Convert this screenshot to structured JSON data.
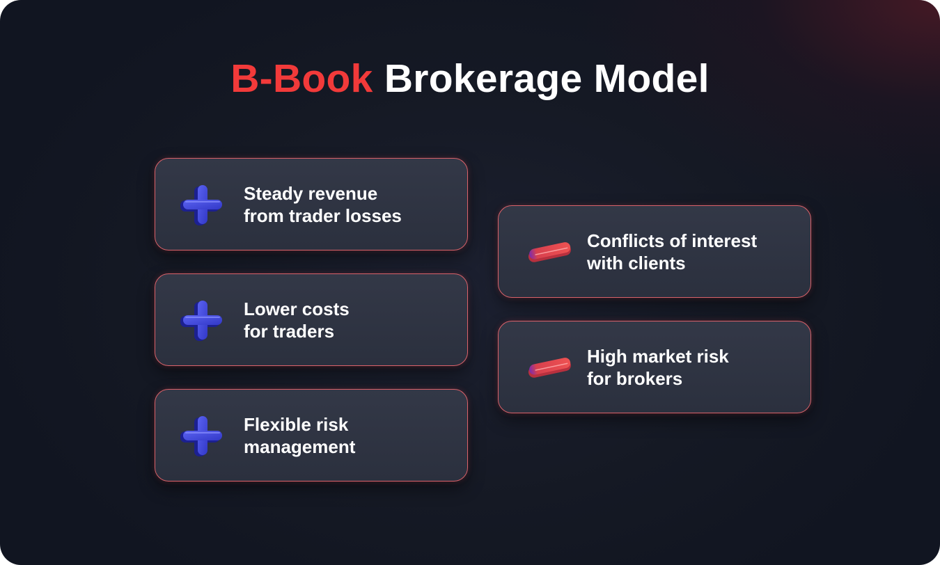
{
  "title": {
    "accent": "B-Book",
    "rest": "Brokerage Model"
  },
  "colors": {
    "accent_red": "#f23a3a",
    "card_border": "#d9626a",
    "plus_blue": "#3a3fd0",
    "minus_red": "#e84a4a",
    "background": "#121622"
  },
  "pros": [
    {
      "icon": "plus-icon",
      "line1": "Steady revenue",
      "line2": "from trader losses"
    },
    {
      "icon": "plus-icon",
      "line1": "Lower costs",
      "line2": "for traders"
    },
    {
      "icon": "plus-icon",
      "line1": "Flexible risk",
      "line2": "management"
    }
  ],
  "cons": [
    {
      "icon": "minus-icon",
      "line1": "Conflicts of interest",
      "line2": "with clients"
    },
    {
      "icon": "minus-icon",
      "line1": "High market risk",
      "line2": "for brokers"
    }
  ]
}
